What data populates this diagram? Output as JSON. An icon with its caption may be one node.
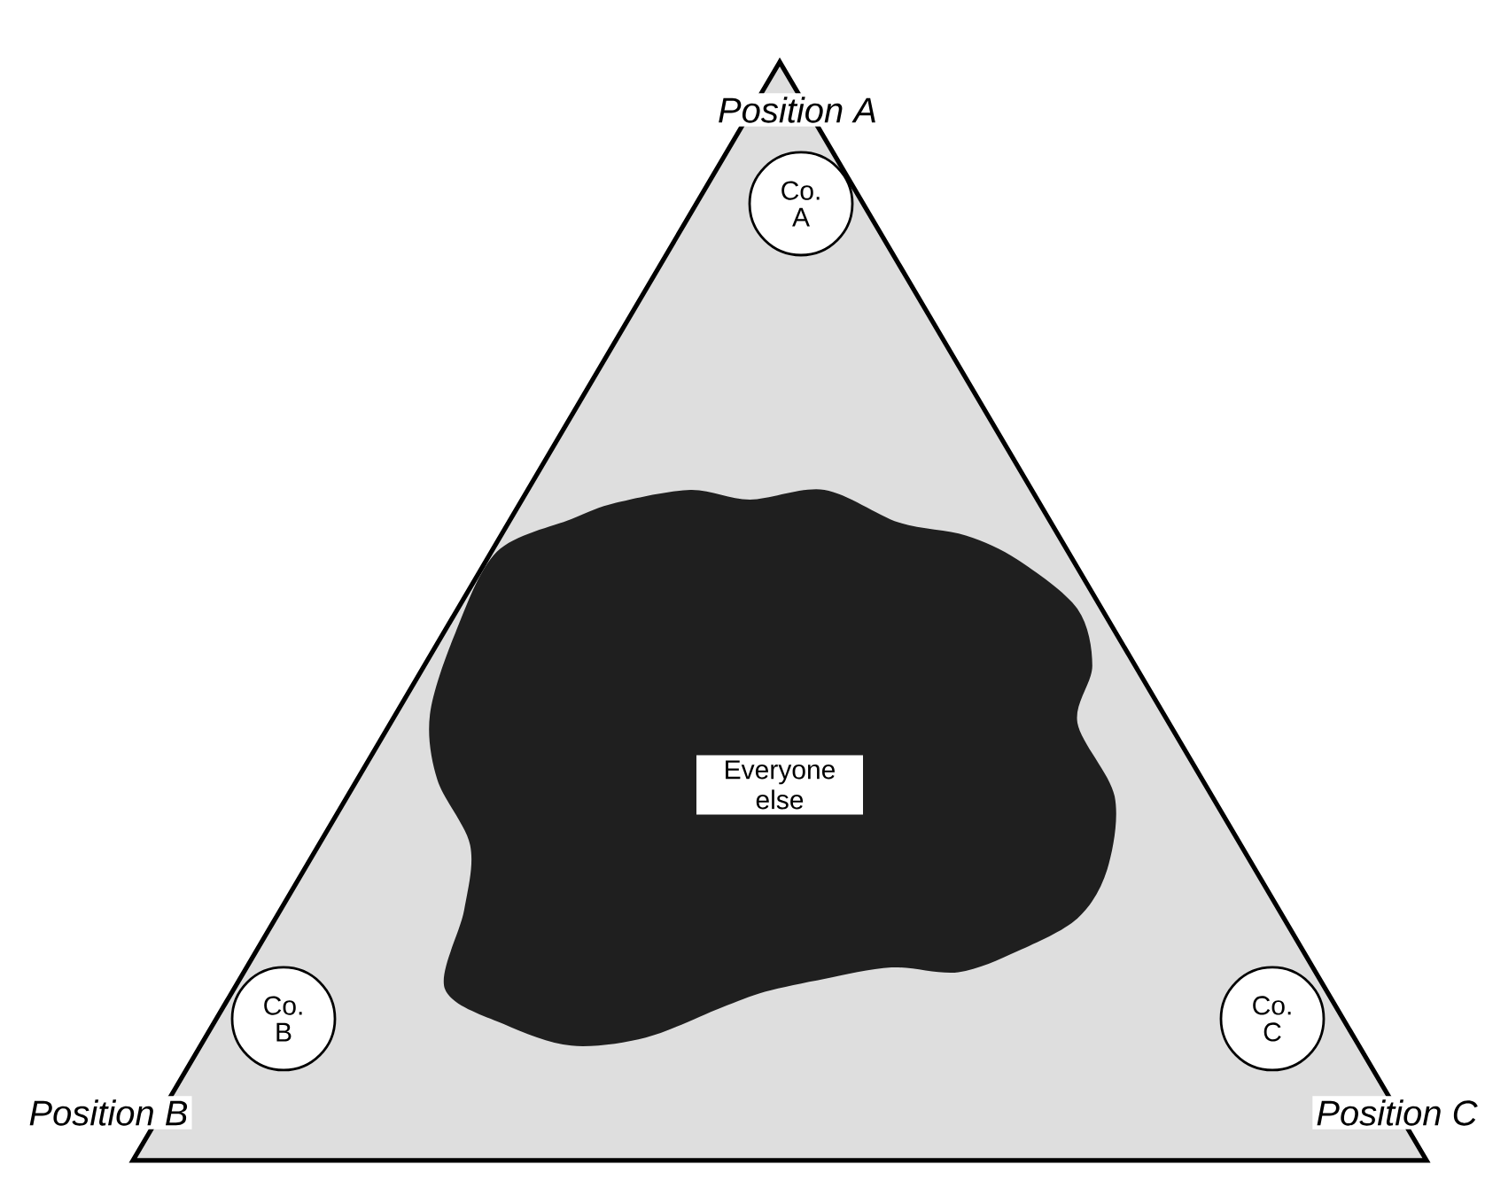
{
  "diagram": {
    "nodes": [
      {
        "text": [],
        "shape": "triangle"
      },
      {
        "text": [
          "Co. A"
        ],
        "in": 0
      },
      {
        "text": [
          "Everyone else"
        ],
        "in": 0
      },
      {
        "text": [
          "Co. B"
        ],
        "in": 0
      },
      {
        "text": [
          "Co. C"
        ],
        "in": 0
      }
    ],
    "labels": [
      "Position A",
      "Position B",
      "Position C"
    ]
  }
}
